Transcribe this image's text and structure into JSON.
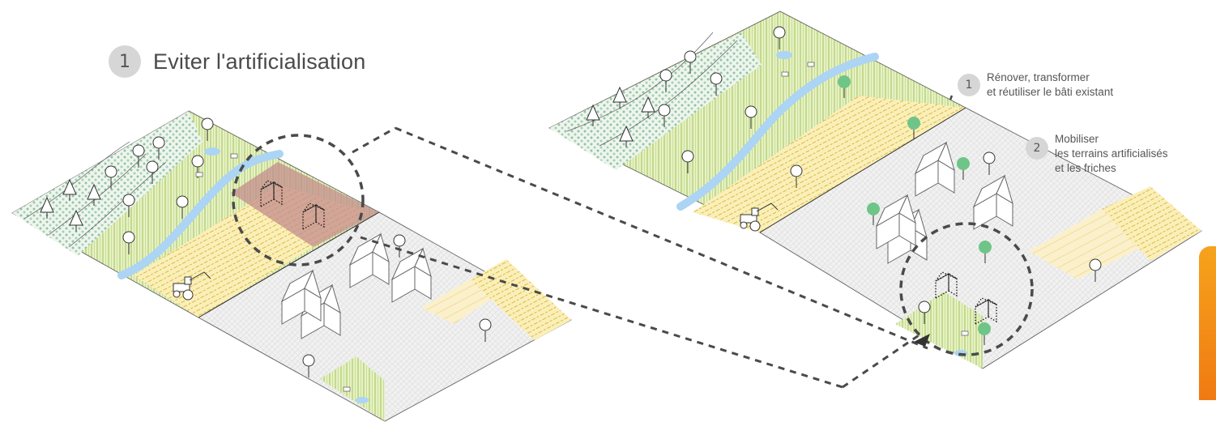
{
  "title": {
    "number": "1",
    "text": "Eviter l'artificialisation"
  },
  "notes": [
    {
      "number": "1",
      "lines": [
        "Rénover, transformer",
        "et réutiliser le bâti existant"
      ]
    },
    {
      "number": "2",
      "lines": [
        "Mobiliser",
        "les terrains artificialisés",
        "et les friches"
      ]
    }
  ],
  "colors": {
    "meadow": "#e4efbf",
    "meadow_hatch": "#9fc25a",
    "field": "#fbeeb3",
    "field_hatch": "#d6b63b",
    "urban": "#eeeeee",
    "forest": "#e8f2e8",
    "forest_dot": "#8fbf9f",
    "river": "#aed3f2",
    "highlight": "#c78f8f",
    "green_tree": "#6fc587",
    "orange_tab": "#f39015"
  },
  "icons": [
    "dashed-circle-icon",
    "house-icon",
    "dotted-house-icon",
    "tree-icon",
    "fir-icon",
    "tractor-icon",
    "arrow-icon"
  ]
}
